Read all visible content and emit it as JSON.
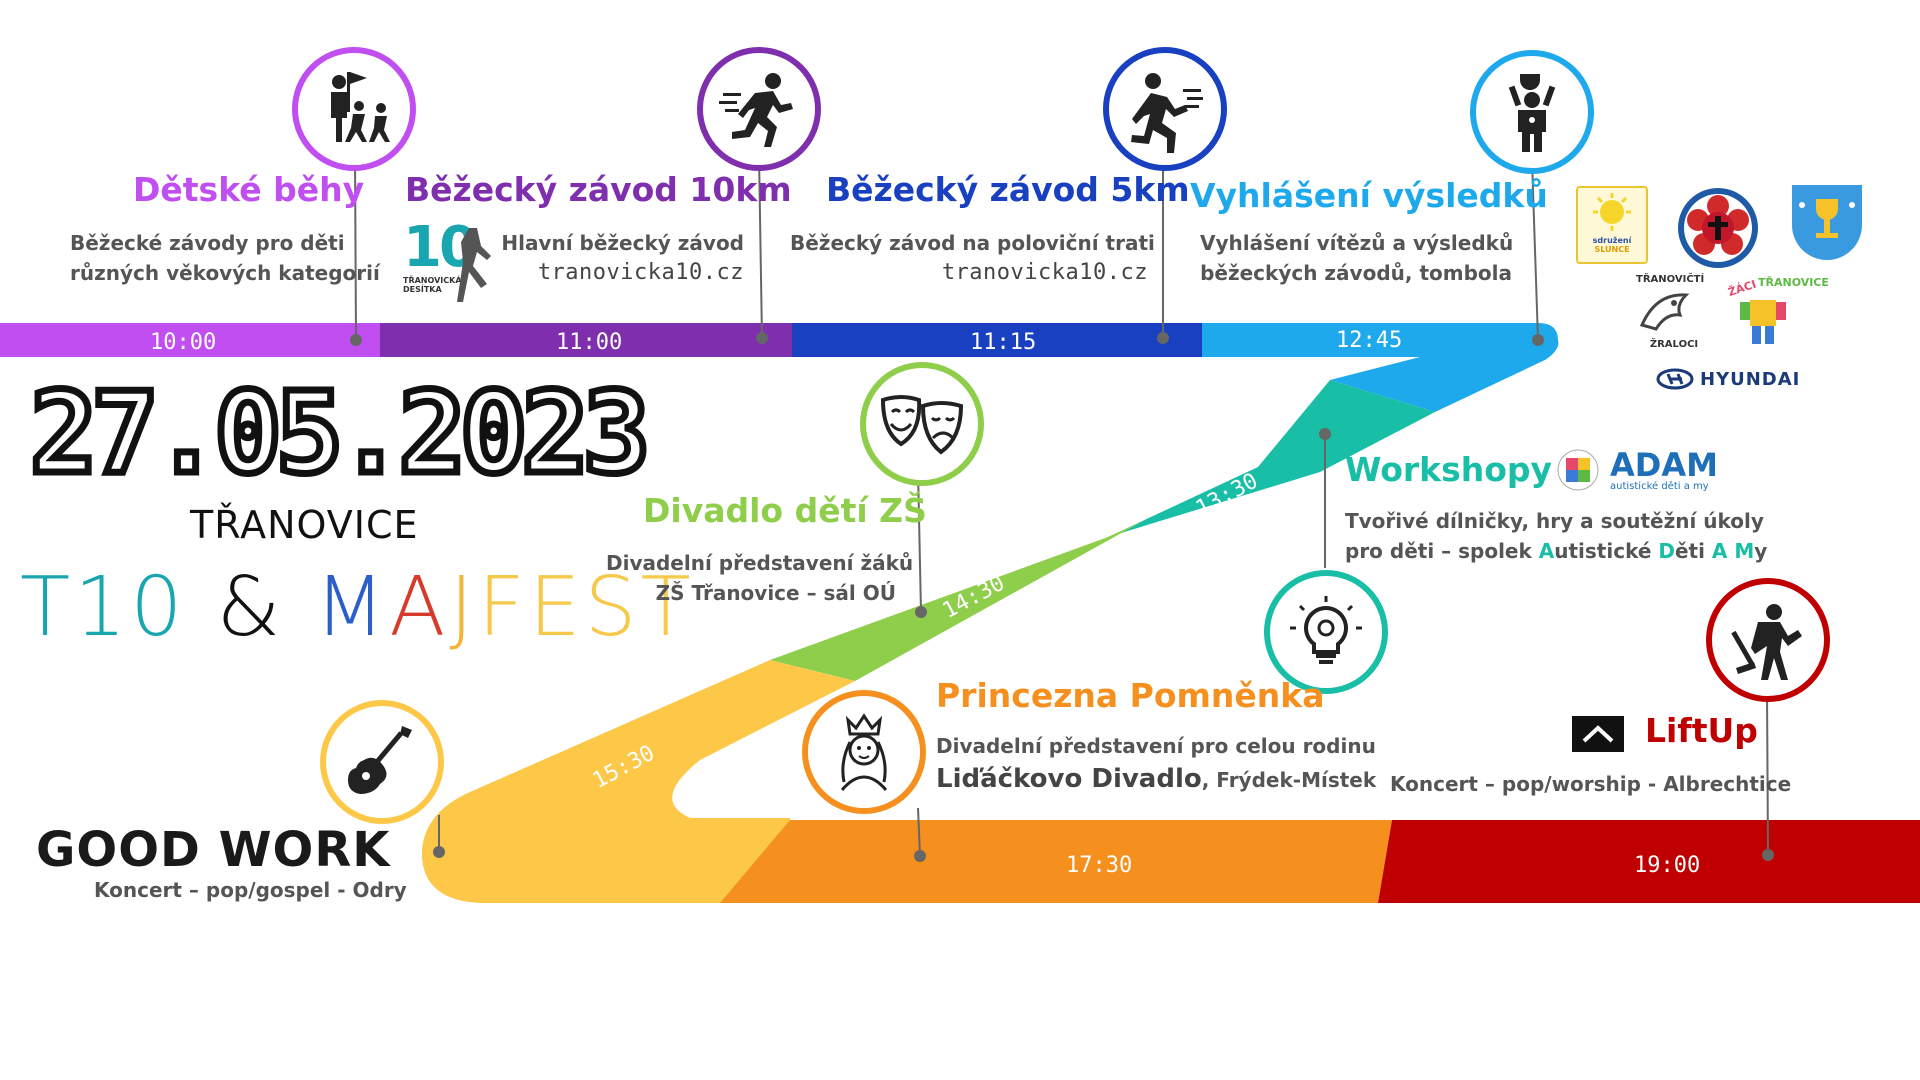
{
  "header": {
    "date": "27.05.2023",
    "place": "TŘANOVICE",
    "festival_parts": [
      {
        "text": "T10",
        "color": "#1aa6b0"
      },
      {
        "text": " & ",
        "color": "#111111"
      },
      {
        "text": "M",
        "color": "#2b5ec7"
      },
      {
        "text": "A",
        "color": "#d63a2b"
      },
      {
        "text": "J",
        "color": "#f3b43a"
      },
      {
        "text": "FEST",
        "color": "#f6c94a"
      }
    ]
  },
  "timeline": {
    "times": [
      "10:00",
      "11:00",
      "11:15",
      "12:45",
      "13:30",
      "14:30",
      "15:30",
      "17:30",
      "19:00"
    ],
    "colors": {
      "detske": "#c04ef0",
      "z10": "#7f2fae",
      "z5": "#1840c0",
      "vysledky": "#1ea9ec",
      "workshopy": "#18bfa6",
      "divadlo": "#8fce4a",
      "goodwork": "#fdc847",
      "princezna": "#f5901e",
      "liftup": "#c00000"
    }
  },
  "events": {
    "detske": {
      "title": "Dětské běhy",
      "desc": [
        "Běžecké závody pro děti",
        "různých věkových kategorií"
      ],
      "icon": "kids-running-icon"
    },
    "z10": {
      "title": "Běžecký závod 10km",
      "desc": [
        "Hlavní běžecký závod"
      ],
      "link": "tranovicka10.cz",
      "logo_text": [
        "10",
        "TŘANOVICKÁ",
        "DESÍTKA"
      ],
      "icon": "runner-icon"
    },
    "z5": {
      "title": "Běžecký závod 5km",
      "desc": [
        "Běžecký závod na poloviční trati"
      ],
      "link": "tranovicka10.cz",
      "icon": "runner-icon"
    },
    "vysledky": {
      "title": "Vyhlášení výsledků",
      "desc": [
        "Vyhlášení vítězů a výsledků",
        "běžeckých závodů, tombola"
      ],
      "icon": "trophy-winner-icon"
    },
    "workshopy": {
      "title": "Workshopy",
      "desc_line1": "Tvořivé dílničky, hry a soutěžní úkoly",
      "desc_line2_parts": [
        {
          "text": "pro děti – spolek ",
          "color": "#555555"
        },
        {
          "text": "A",
          "color": "#18bfa6"
        },
        {
          "text": "utistické ",
          "color": "#555555"
        },
        {
          "text": "D",
          "color": "#18bfa6"
        },
        {
          "text": "ěti ",
          "color": "#555555"
        },
        {
          "text": "A",
          "color": "#18bfa6"
        },
        {
          "text": " ",
          "color": "#555555"
        },
        {
          "text": "M",
          "color": "#18bfa6"
        },
        {
          "text": "y",
          "color": "#555555"
        }
      ],
      "adam_logo": "ADAM",
      "adam_sub": "autistické děti a my",
      "icon": "lightbulb-gear-icon"
    },
    "divadlo": {
      "title": "Divadlo dětí ZŠ",
      "desc": [
        "Divadelní představení žáků",
        "ZŠ Třanovice – sál OÚ"
      ],
      "icon": "theater-masks-icon"
    },
    "goodwork": {
      "title": "GOOD WORK",
      "desc": "Koncert – pop/gospel - Odry",
      "icon": "guitar-icon"
    },
    "princezna": {
      "title": "Princezna Pomněnka",
      "desc": "Divadelní představení pro celou rodinu",
      "desc2_bold": "Liďáčkovo Divadlo",
      "desc2_rest": ", Frýdek-Místek",
      "icon": "princess-icon"
    },
    "liftup": {
      "title": "LiftUp",
      "desc": "Koncert – pop/worship - Albrechtice",
      "icon": "rock-singer-icon"
    }
  },
  "sponsors": {
    "sdruzeni": [
      "sdružení",
      "SLUNCE"
    ],
    "zraloci": [
      "TŘANOVIČTÍ",
      "ŽRALOCI"
    ],
    "tranovice_kids": "ŽÁCI TŘANOVICE",
    "hyundai": "HYUNDAI"
  }
}
